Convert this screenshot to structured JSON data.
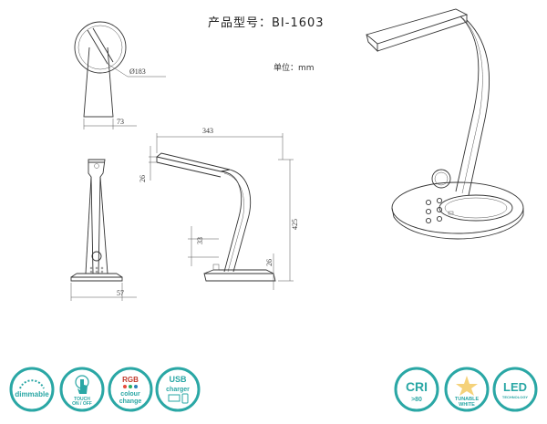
{
  "header": {
    "title": "产品型号：BI-1603",
    "unit": "单位：mm"
  },
  "dimensions": {
    "base_diameter": "Ø183",
    "top_depth": "73",
    "front_width": "57",
    "side_width": "343",
    "head_thickness": "26",
    "height": "425",
    "base_height": "26",
    "button_offset": "33"
  },
  "features": {
    "dimmable": "dimmable",
    "touch_line1": "TOUCH",
    "touch_line2": "ON / OFF",
    "rgb_title": "RGB",
    "rgb_line1": "colour",
    "rgb_line2": "change",
    "usb_line1": "USB",
    "usb_line2": "charger",
    "cri": "CRI",
    "cri_value": ">80",
    "tunable_line1": "TUNABLE",
    "tunable_line2": "WHITE",
    "led": "LED",
    "led_sub": "TECHNOLOGY"
  },
  "colors": {
    "accent": "#2aa7a5",
    "line": "#333333"
  }
}
